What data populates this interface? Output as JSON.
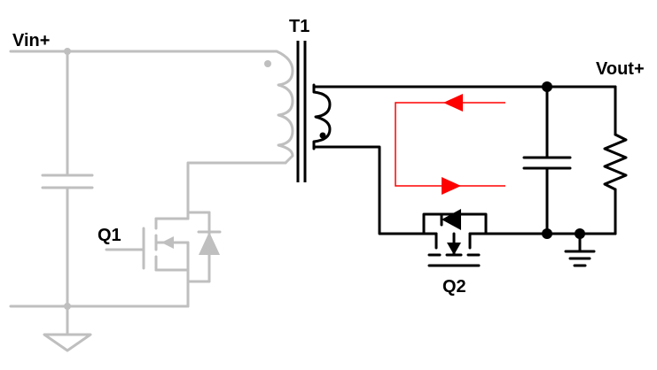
{
  "labels": {
    "vin": "Vin+",
    "transformer": "T1",
    "vout": "Vout+",
    "primary_switch": "Q1",
    "sync_rectifier": "Q2"
  },
  "colors": {
    "primary_side": "#bfbfbf",
    "secondary_side": "#000000",
    "current_path": "#ff0000"
  },
  "icons": [
    "ground-icon",
    "capacitor-icon",
    "resistor-icon",
    "mosfet-icon",
    "diode-icon",
    "transformer-icon",
    "arrow-icon"
  ]
}
